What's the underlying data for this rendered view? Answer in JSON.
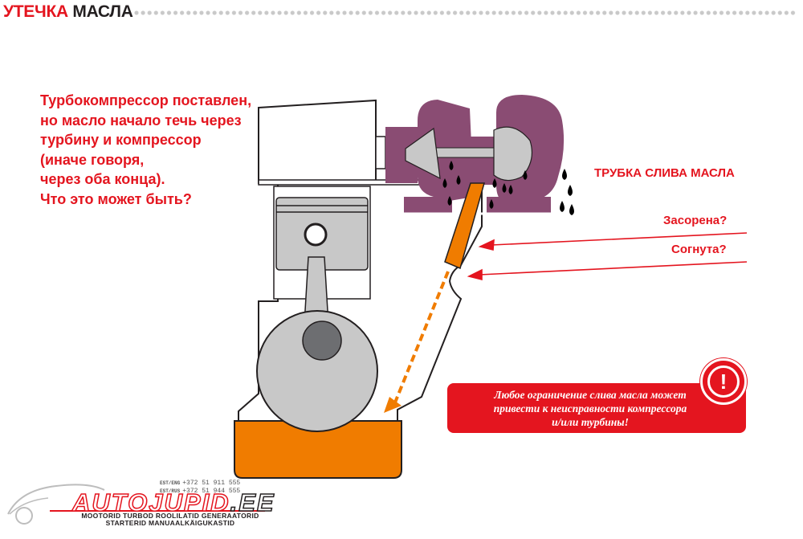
{
  "header": {
    "title_red": "УТЕЧКА",
    "title_dark": "МАСЛА"
  },
  "question": {
    "lines": [
      "Турбокомпрессор поставлен,",
      "но масло начало течь через",
      "турбину и компрессор",
      "(иначе говоря,",
      "через оба конца).",
      "Что это может быть?"
    ]
  },
  "labels": {
    "drain_pipe": "ТРУБКА СЛИВА МАСЛА",
    "clogged": "Засорена?",
    "bent": "Согнута?"
  },
  "warning": {
    "lines": [
      "Любое ограничение слива масла может",
      "привести к неисправности компрессора",
      "и/или турбины!"
    ],
    "icon_symbol": "!",
    "icon": "exclamation-icon"
  },
  "footer": {
    "phones": [
      {
        "tag": "EST/ENG",
        "number": "+372 51 911 555"
      },
      {
        "tag": "EST/RUS",
        "number": "+372 51 944 555"
      }
    ],
    "logo_main": "AUTOJUPID",
    "logo_domain": ".EE",
    "tagline_lines": [
      "MOOTORID TURBOD ROOLILATID GENERAATORID",
      "STARTERID MANUAALKÄIGUKASTID"
    ]
  },
  "colors": {
    "accent_red": "#e4151f",
    "oil_orange": "#f07c00",
    "turbo_purple": "#8a4c73",
    "engine_outline": "#231f20",
    "part_gray": "#c8c8c8"
  }
}
